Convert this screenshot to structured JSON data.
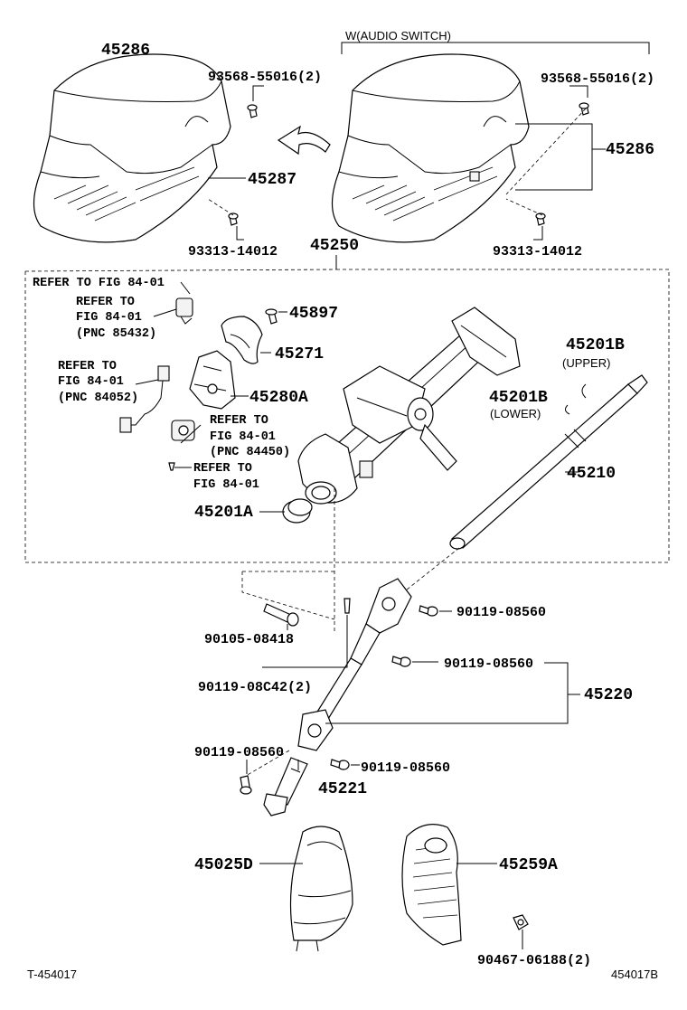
{
  "header": {
    "audio_switch": "W(AUDIO SWITCH)"
  },
  "parts": {
    "p45286a": "45286",
    "p45286b": "45286",
    "p93568a": "93568-55016(2)",
    "p93568b": "93568-55016(2)",
    "p45287": "45287",
    "p93313a": "93313-14012",
    "p93313b": "93313-14012",
    "p45250": "45250",
    "p45897": "45897",
    "p45271": "45271",
    "p45280a": "45280A",
    "p45201b_up": "45201B",
    "upper": "(UPPER)",
    "p45201b_low": "45201B",
    "lower": "(LOWER)",
    "p45210": "45210",
    "p45201a": "45201A",
    "p90119_a": "90119-08560",
    "p90105": "90105-08418",
    "p90119_b": "90119-08560",
    "p45220": "45220",
    "p90119c42": "90119-08C42(2)",
    "p90119_c": "90119-08560",
    "p90119_d": "90119-08560",
    "p45221": "45221",
    "p45025d": "45025D",
    "p45259a": "45259A",
    "p90467": "90467-06188(2)"
  },
  "refs": {
    "r1": "REFER TO FIG 84-01",
    "r2a": "REFER TO",
    "r2b": "FIG 84-01",
    "r2c": "(PNC 85432)",
    "r3a": "REFER TO",
    "r3b": "FIG 84-01",
    "r3c": "(PNC 84052)",
    "r4a": "REFER TO",
    "r4b": "FIG 84-01",
    "r4c": "(PNC 84450)",
    "r5a": "REFER TO",
    "r5b": "FIG 84-01"
  },
  "footer": {
    "left_code": "T-454017",
    "right_code": "454017B"
  }
}
